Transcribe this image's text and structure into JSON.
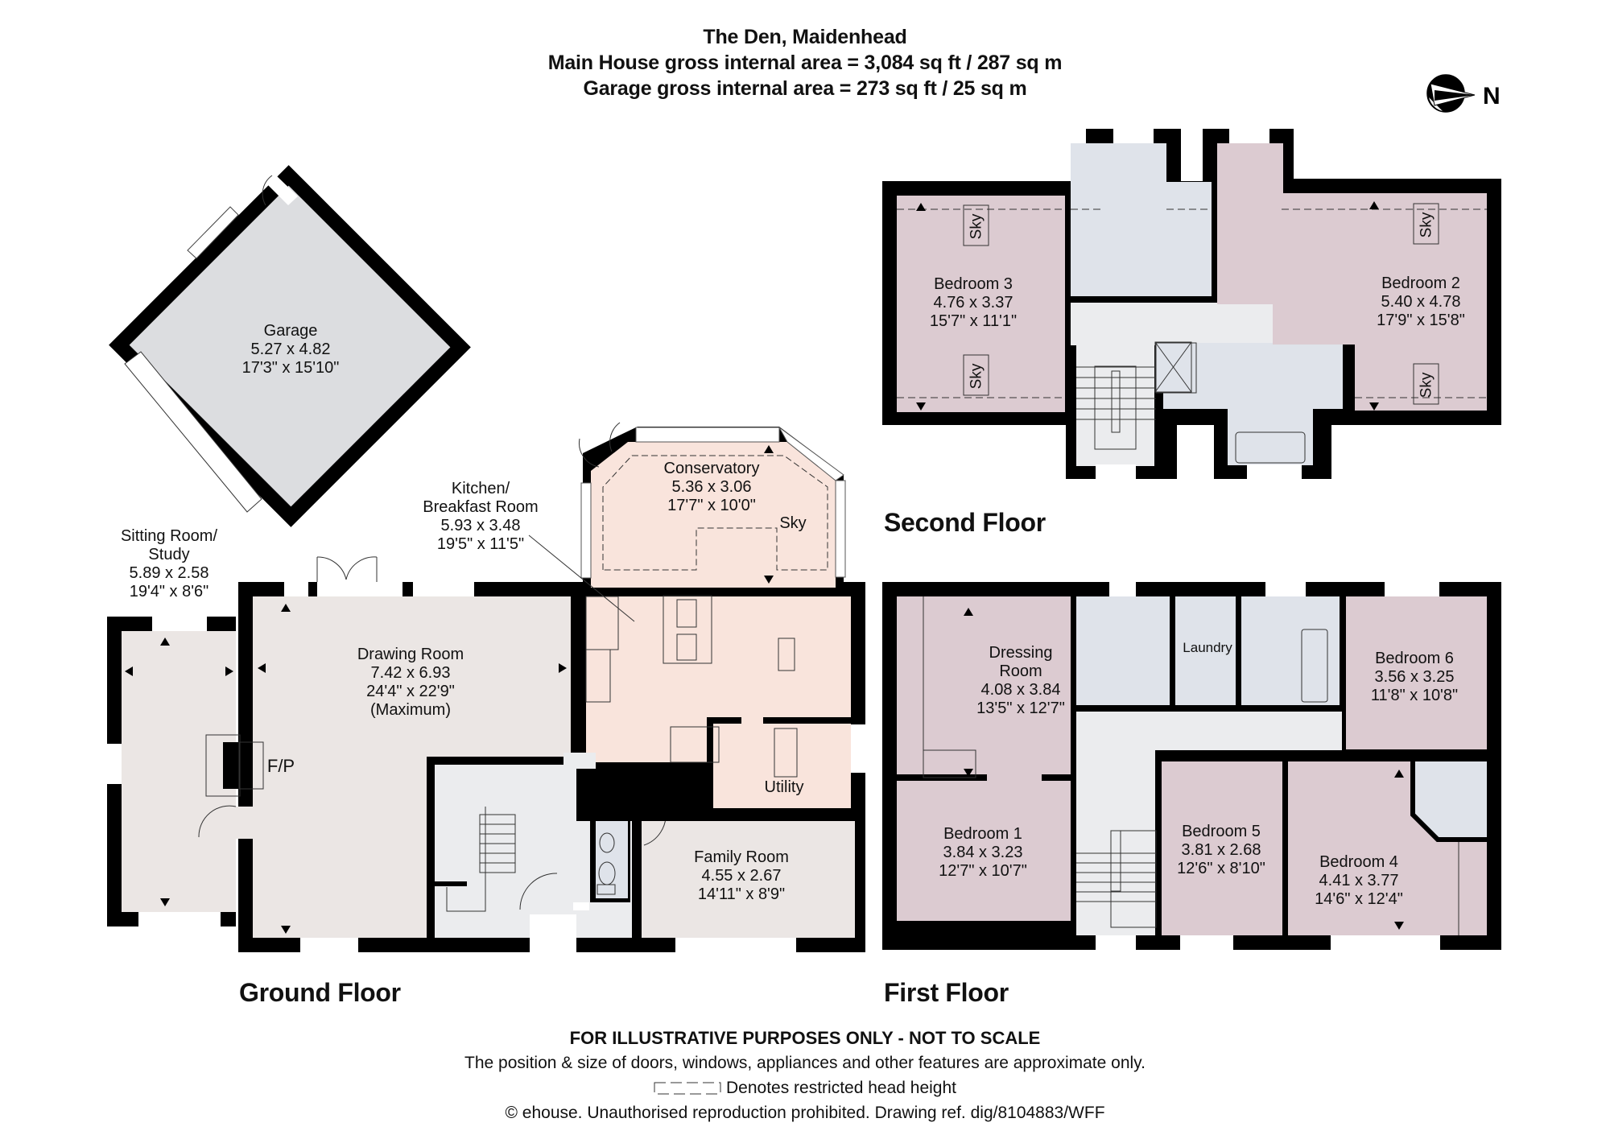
{
  "header": {
    "title": "The Den, Maidenhead",
    "main_area": "Main House gross internal area = 3,084 sq ft / 287 sq m",
    "garage_area": "Garage gross internal area = 273 sq ft / 25 sq m"
  },
  "compass": {
    "icon": "north-arrow-icon",
    "label": "N"
  },
  "colors": {
    "wall": "#000000",
    "reception_fill": "#ebe6e4",
    "kitchen_fill": "#f9e4dc",
    "hall_fill": "#ebecee",
    "bath_fill": "#dfe3ea",
    "bedroom_fill": "#dccbd1",
    "garage_fill": "#dcdde0"
  },
  "floors": {
    "ground": {
      "title": "Ground Floor",
      "rooms": [
        {
          "name": "Garage",
          "metric": "5.27 x 4.82",
          "imperial": "17'3\" x 15'10\""
        },
        {
          "name": "Sitting Room/\nStudy",
          "name_l1": "Sitting Room/",
          "name_l2": "Study",
          "metric": "5.89 x 2.58",
          "imperial": "19'4\" x 8'6\""
        },
        {
          "name": "Drawing Room",
          "metric": "7.42 x 6.93",
          "imperial": "24'4\" x 22'9\"",
          "note": "(Maximum)"
        },
        {
          "name_l1": "Kitchen/",
          "name_l2": "Breakfast Room",
          "metric": "5.93 x 3.48",
          "imperial": "19'5\" x 11'5\""
        },
        {
          "name": "Conservatory",
          "metric": "5.36 x 3.06",
          "imperial": "17'7\" x 10'0\"",
          "note": "Sky"
        },
        {
          "name": "Utility"
        },
        {
          "name": "Family Room",
          "metric": "4.55 x 2.67",
          "imperial": "14'11\" x 8'9\""
        }
      ],
      "fp_label": "F/P"
    },
    "first": {
      "title": "First Floor",
      "rooms": [
        {
          "name_l1": "Dressing",
          "name_l2": "Room",
          "metric": "4.08 x 3.84",
          "imperial": "13'5\" x 12'7\""
        },
        {
          "name": "Laundry"
        },
        {
          "name": "Bedroom 6",
          "metric": "3.56 x 3.25",
          "imperial": "11'8\" x 10'8\""
        },
        {
          "name": "Bedroom 1",
          "metric": "3.84 x 3.23",
          "imperial": "12'7\" x 10'7\""
        },
        {
          "name": "Bedroom 5",
          "metric": "3.81 x 2.68",
          "imperial": "12'6\" x 8'10\""
        },
        {
          "name": "Bedroom 4",
          "metric": "4.41 x 3.77",
          "imperial": "14'6\" x 12'4\""
        }
      ]
    },
    "second": {
      "title": "Second Floor",
      "rooms": [
        {
          "name": "Bedroom 3",
          "metric": "4.76 x 3.37",
          "imperial": "15'7\" x 11'1\""
        },
        {
          "name": "Bedroom 2",
          "metric": "5.40 x 4.78",
          "imperial": "17'9\" x 15'8\""
        }
      ],
      "sky_label": "Sky"
    }
  },
  "footer": {
    "disclaimer": "FOR ILLUSTRATIVE PURPOSES ONLY - NOT TO SCALE",
    "note": "The position & size of doors, windows, appliances and other features are approximate only.",
    "legend": "Denotes restricted head height",
    "copyright": "© ehouse. Unauthorised reproduction prohibited. Drawing ref. dig/8104883/WFF"
  }
}
